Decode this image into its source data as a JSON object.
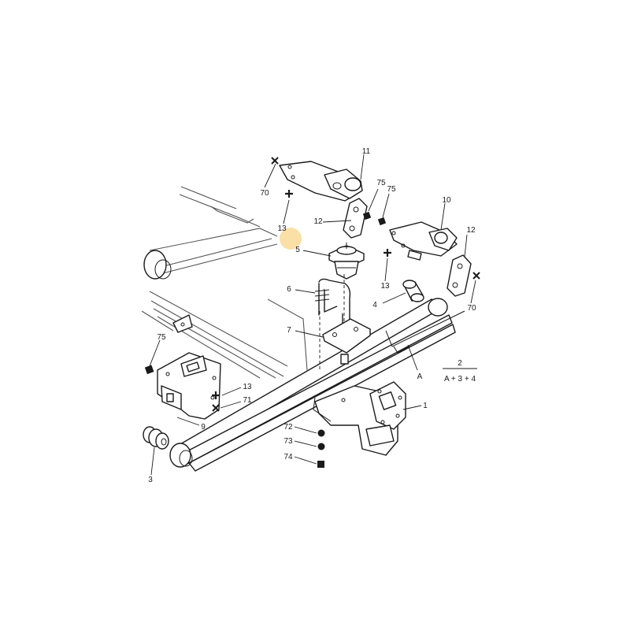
{
  "colors": {
    "line": "#1a1a1a",
    "highlight": "#f7c96b",
    "background": "#ffffff"
  },
  "callouts": {
    "c11": "11",
    "c70a": "70",
    "c13a": "13",
    "c75a": "75",
    "c75b": "75",
    "c10": "10",
    "c12a": "12",
    "c12b": "12",
    "c5": "5",
    "c13b": "13",
    "c70b": "70",
    "c6": "6",
    "c4": "4",
    "c7": "7",
    "cA": "A",
    "c75c": "75",
    "c13c": "13",
    "c71": "71",
    "c9": "9",
    "c1": "1",
    "c72": "72",
    "c73": "73",
    "c74": "74",
    "c3": "3"
  },
  "legend": {
    "top": "2",
    "bottom": "A + 3 + 4"
  },
  "icons": [
    "cross-x-icon",
    "plus-icon",
    "square-icon",
    "dot-icon"
  ]
}
